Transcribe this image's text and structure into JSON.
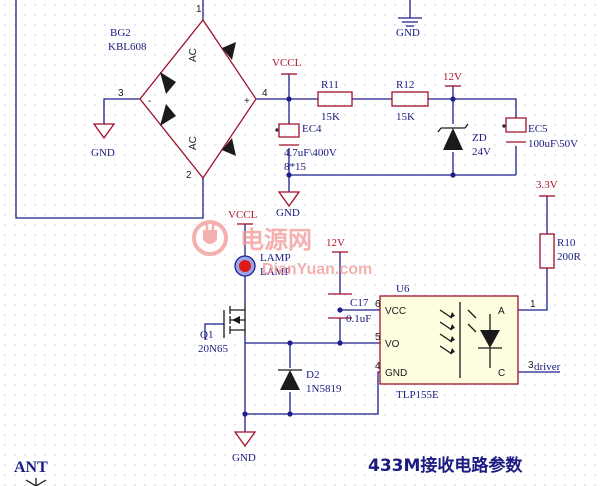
{
  "title": "433M接收电路参数",
  "antenna_label": "ANT",
  "watermark": {
    "brand": "电源网",
    "url": "DianYuan.com"
  },
  "colors": {
    "wire": "#1c1f8c",
    "component": "#a10f2a",
    "label": "#1a1a80",
    "watermark": "#f39a9a"
  },
  "rectifier": {
    "ref": "BG2",
    "part": "KBL608",
    "ac1": "AC",
    "ac2": "AC",
    "pin_plus": "+",
    "pin_minus": "-",
    "pin3": "3",
    "pin4": "4",
    "pin2": "2",
    "pin1": "1"
  },
  "rails": {
    "vccl_top": "VCCL",
    "vccl_lamp": "VCCL",
    "v12_top": "12V",
    "v12_cap": "12V",
    "v33": "3.3V"
  },
  "gnd": {
    "top": "GND",
    "left": "GND",
    "mid": "GND",
    "bottom": "GND"
  },
  "ec4": {
    "ref": "EC4",
    "value": "4.7uF\\400V",
    "size": "8*15"
  },
  "r11": {
    "ref": "R11",
    "value": "15K"
  },
  "r12": {
    "ref": "R12",
    "value": "15K"
  },
  "zd": {
    "ref": "ZD",
    "value": "24V"
  },
  "ec5": {
    "ref": "EC5",
    "value": "100uF\\50V"
  },
  "r10": {
    "ref": "R10",
    "value": "200R"
  },
  "lamp": {
    "ref": "LAMP",
    "value": "LAMP"
  },
  "c17": {
    "ref": "C17",
    "value": "0.1uF"
  },
  "q1": {
    "ref": "Q1",
    "value": "20N65"
  },
  "d2": {
    "ref": "D2",
    "value": "1N5819"
  },
  "u6": {
    "ref": "U6",
    "part": "TLP155E",
    "pin_vcc": "VCC",
    "pin_vo": "VO",
    "pin_gnd": "GND",
    "pin_a": "A",
    "pin_c": "C",
    "n6": "6",
    "n5": "5",
    "n4": "4",
    "n1": "1",
    "n3": "3"
  },
  "net_driver": "driver"
}
